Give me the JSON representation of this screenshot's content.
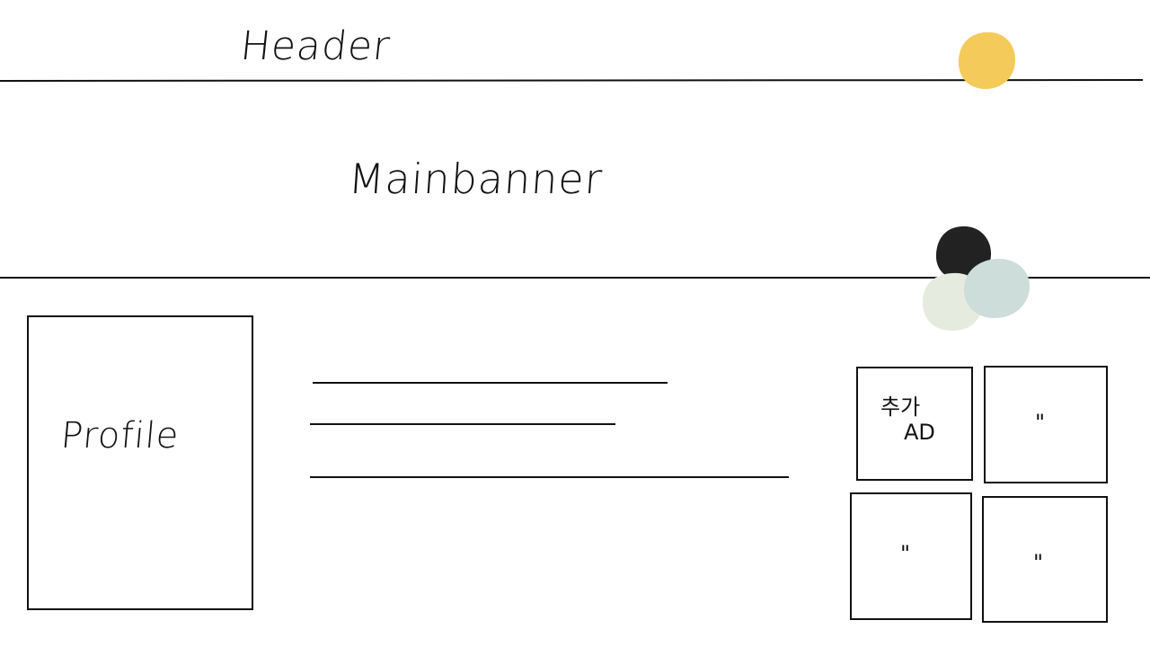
{
  "wireframe": {
    "header_label": "Header",
    "banner_label": "Mainbanner",
    "profile_label": "Profile",
    "ad_tile": {
      "label_line1": "추가",
      "label_line2": "AD"
    },
    "ditto_tiles": [
      "\"",
      "\"",
      "\""
    ]
  },
  "swatches": {
    "yellow": "#F4CB5A",
    "black": "#222222",
    "pale_green": "#E6EBE0",
    "pale_blue": "#CDDDD9"
  },
  "stroke_color": "#111111"
}
